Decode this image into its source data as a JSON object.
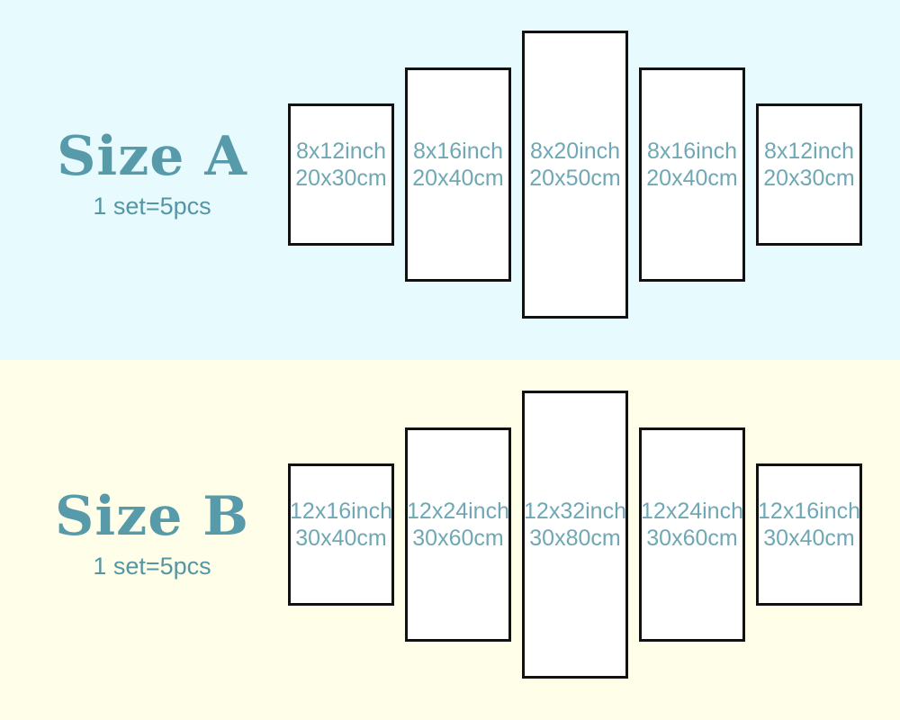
{
  "sections": [
    {
      "id": "size-a",
      "title": "Size A",
      "subtitle": "1 set=5pcs",
      "background": "#e7fafe",
      "panels": [
        {
          "inch": "8x12inch",
          "cm": "20x30cm",
          "size": "small"
        },
        {
          "inch": "8x16inch",
          "cm": "20x40cm",
          "size": "medium"
        },
        {
          "inch": "8x20inch",
          "cm": "20x50cm",
          "size": "large"
        },
        {
          "inch": "8x16inch",
          "cm": "20x40cm",
          "size": "medium"
        },
        {
          "inch": "8x12inch",
          "cm": "20x30cm",
          "size": "small"
        }
      ]
    },
    {
      "id": "size-b",
      "title": "Size B",
      "subtitle": "1 set=5pcs",
      "background": "#fffee9",
      "panels": [
        {
          "inch": "12x16inch",
          "cm": "30x40cm",
          "size": "small"
        },
        {
          "inch": "12x24inch",
          "cm": "30x60cm",
          "size": "medium"
        },
        {
          "inch": "12x32inch",
          "cm": "30x80cm",
          "size": "large"
        },
        {
          "inch": "12x24inch",
          "cm": "30x60cm",
          "size": "medium"
        },
        {
          "inch": "12x16inch",
          "cm": "30x40cm",
          "size": "small"
        }
      ]
    }
  ],
  "colors": {
    "section_a_bg": "#e7fafe",
    "section_b_bg": "#fffee9",
    "panel_fill": "#ffffff",
    "panel_border": "#111111",
    "title_text": "#579aa9",
    "subtitle_text": "#5596a5",
    "panel_text": "#6fa8b5"
  }
}
